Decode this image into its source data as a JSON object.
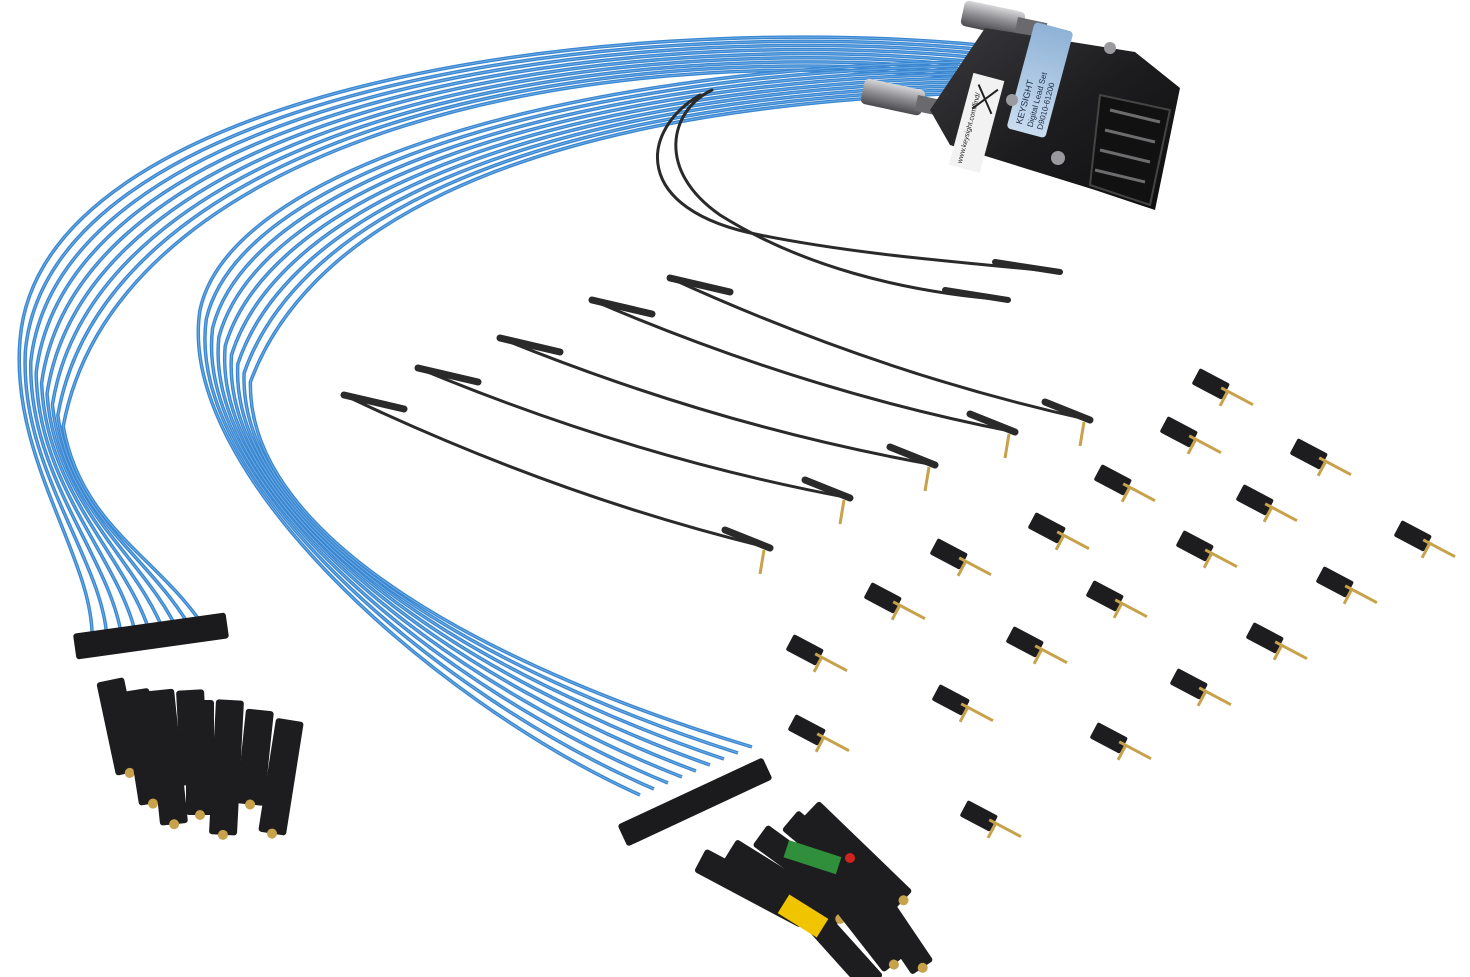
{
  "photo": {
    "background": "#ffffff",
    "colors": {
      "lead_wire": "#3a86d0",
      "lead_wire_highlight": "#8cc4f2",
      "ground_wire": "#2a2a2a",
      "connector_body": "#1d1d1f",
      "pin_metal": "#c8a24a",
      "label_tag": "#a9c8e6"
    },
    "pod": {
      "label_brand": "KEYSIGHT",
      "label_text": "Digital Lead Set",
      "label_part": "D9010-61200",
      "sticker_text": "www.keysight.com/find/"
    },
    "icons": [
      "probe-pod-connector",
      "flying-lead-cable",
      "ground-lead",
      "grabber-clip",
      "right-angle-adapter"
    ]
  }
}
